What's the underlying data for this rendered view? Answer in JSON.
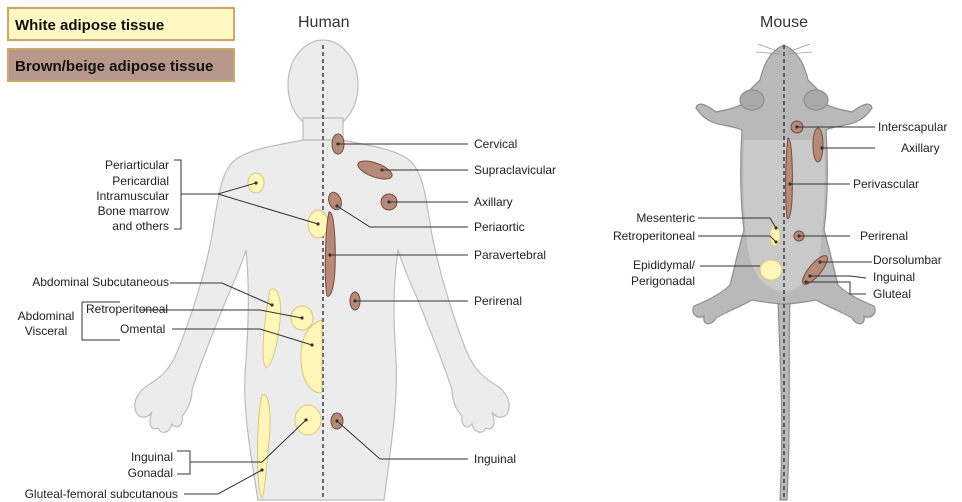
{
  "legend": {
    "white_label": "White adipose tissue",
    "brown_label": "Brown/beige adipose tissue"
  },
  "colors": {
    "white_fill": "#fff6b8",
    "white_stroke": "#d8c878",
    "brown_fill": "#b58a78",
    "brown_stroke": "#7a4a3a",
    "body_fill": "#ececec",
    "body_stroke": "#bdbdbd",
    "mouse_fill": "#b9b9b9",
    "mouse_stroke": "#8e8e8e"
  },
  "human": {
    "title": "Human",
    "left_labels": {
      "group1": [
        "Periarticular",
        "Pericardial",
        "Intramuscular",
        "Bone marrow",
        "and others"
      ],
      "abdominal_subcutaneous": "Abdominal Subcutaneous",
      "abdominal_visceral": "Abdominal\nVisceral",
      "abdominal_visceral_line1": "Abdominal",
      "abdominal_visceral_line2": "Visceral",
      "retroperitoneal": "Retroperitoneal",
      "omental": "Omental",
      "inguinal": "Inguinal",
      "gonadal": "Gonadal",
      "gluteal_femoral": "Gluteal-femoral subcutanous"
    },
    "right_labels": {
      "cervical": "Cervical",
      "supraclavicular": "Supraclavicular",
      "axillary": "Axillary",
      "periaortic": "Periaortic",
      "paravertebral": "Paravertebral",
      "perirenal": "Perirenal",
      "inguinal": "Inguinal"
    }
  },
  "mouse": {
    "title": "Mouse",
    "left_labels": {
      "mesenteric": "Mesenteric",
      "retroperitoneal": "Retroperitoneal",
      "epididymal": "Epididymal/",
      "perigonadal": "Perigonadal"
    },
    "right_labels": {
      "interscapular": "Interscapular",
      "axillary": "Axillary",
      "perivascular": "Perivascular",
      "perirenal": "Perirenal",
      "dorsolumbar": "Dorsolumbar",
      "inguinal": "Inguinal",
      "gluteal": "Gluteal"
    }
  }
}
